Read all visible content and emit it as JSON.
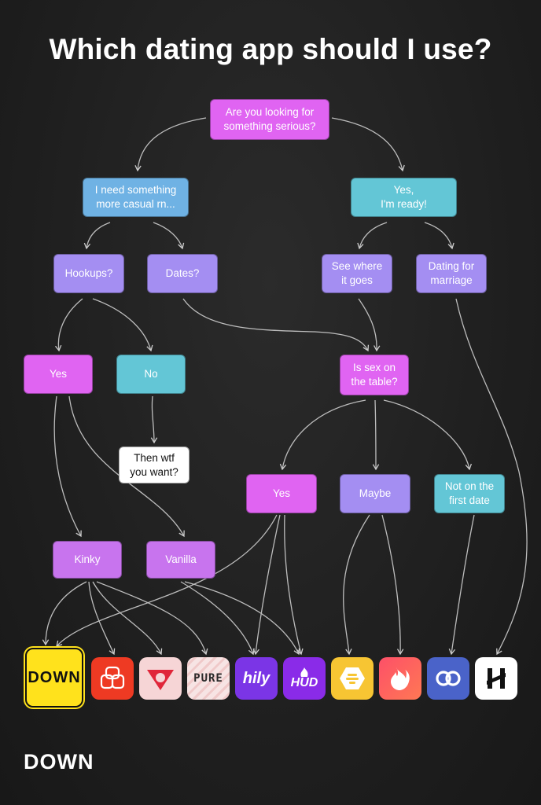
{
  "title": "Which dating app should I use?",
  "nodes": {
    "root": "Are you looking for\nsomething serious?",
    "casual": "I need something\nmore casual rn...",
    "ready": "Yes,\nI'm ready!",
    "hookups": "Hookups?",
    "dates": "Dates?",
    "see_where": "See where\nit goes",
    "marriage": "Dating for\nmarriage",
    "yes1": "Yes",
    "no1": "No",
    "sex_table": "Is sex on\nthe table?",
    "wtf": "Then wtf\nyou want?",
    "yes2": "Yes",
    "maybe": "Maybe",
    "not_first": "Not on the\nfirst date",
    "kinky": "Kinky",
    "vanilla": "Vanilla"
  },
  "apps": [
    {
      "name": "down-app-icon",
      "label": "DOWN",
      "color": "#ffe21c"
    },
    {
      "name": "feeld-app-icon",
      "label": "",
      "color": "#ee3a23"
    },
    {
      "name": "3fun-app-icon",
      "label": "",
      "color": "#f6d5d6"
    },
    {
      "name": "pure-app-icon",
      "label": "PURE",
      "color": "#f7e4e4"
    },
    {
      "name": "hily-app-icon",
      "label": "hily",
      "color": "#7b35e6"
    },
    {
      "name": "hud-app-icon",
      "label": "HUD",
      "color": "#8a2be8"
    },
    {
      "name": "bumble-app-icon",
      "label": "",
      "color": "#f7c533"
    },
    {
      "name": "tinder-app-icon",
      "label": "",
      "color": "#fd5068"
    },
    {
      "name": "coffee-meets-bagel-app-icon",
      "label": "",
      "color": "#4a63c9"
    },
    {
      "name": "hinge-app-icon",
      "label": "H",
      "color": "#ffffff"
    }
  ],
  "brand": "DOWN"
}
